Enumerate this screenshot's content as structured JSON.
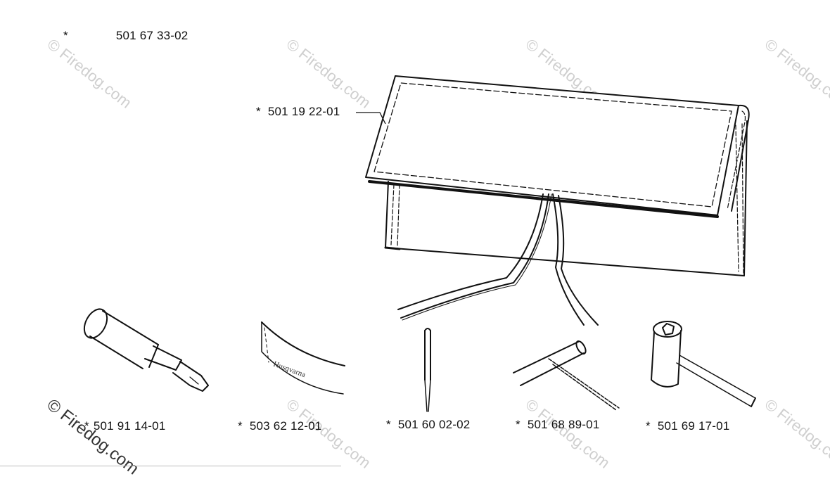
{
  "watermark": "© Firedog.com",
  "parts": {
    "kit": {
      "star": "*",
      "number": "501 67 33-02"
    },
    "pouch": {
      "star": "*",
      "number": "501 19 22-01"
    },
    "grease_gun": {
      "star": "*",
      "number": "501 91 14-01"
    },
    "manual": {
      "star": "*",
      "number": "503 62 12-01"
    },
    "screwdriver": {
      "star": "*",
      "number": "501 60 02-02"
    },
    "t_wrench": {
      "star": "*",
      "number": "501 68 89-01"
    },
    "combi_wrench": {
      "star": "*",
      "number": "501 69 17-01"
    }
  },
  "manual_brand": "Husqvarna"
}
